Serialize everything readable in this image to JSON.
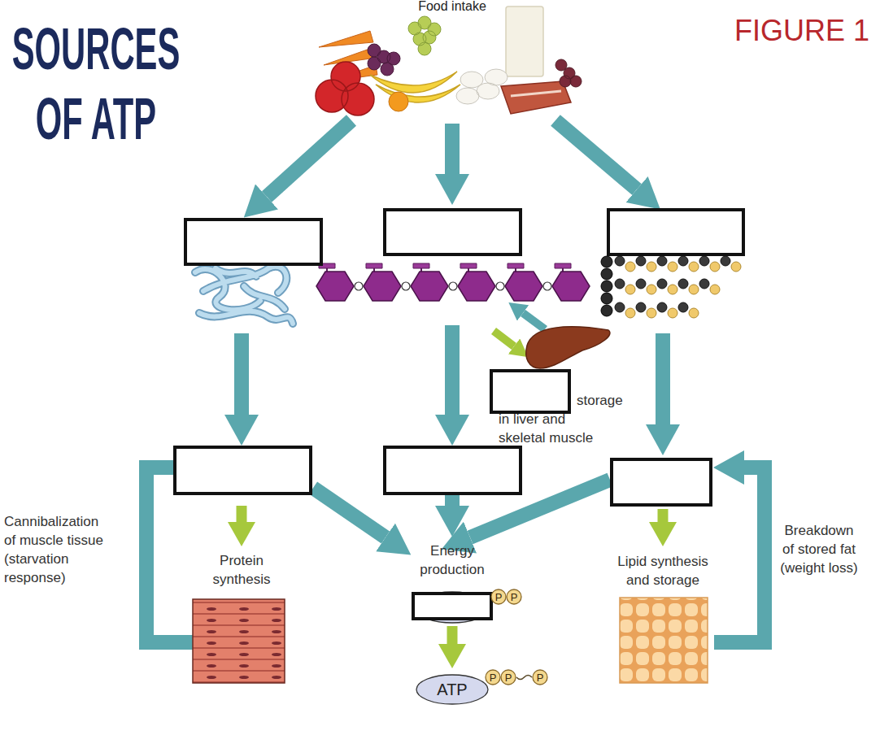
{
  "diagram": {
    "title": "SOURCES OF ATP",
    "nodes": [
      {
        "text": [
          "P"
        ]
      },
      {
        "text": [
          "P"
        ]
      },
      {
        "text": [
          "ATP"
        ]
      },
      {
        "text": [
          "P"
        ]
      },
      {
        "text": [
          "P"
        ]
      },
      {
        "text": [
          "P"
        ]
      }
    ],
    "edges": [
      {
        "from": 4,
        "to": 5,
        "arrow": "none"
      }
    ],
    "labels": [
      "FIGURE 1",
      "Food intake",
      "storage in liver and skeletal muscle",
      "Cannibalization of muscle tissue (starvation response)",
      "Protein synthesis",
      "Energy production",
      "Lipid synthesis and storage",
      "Breakdown of stored fat (weight loss)"
    ]
  }
}
